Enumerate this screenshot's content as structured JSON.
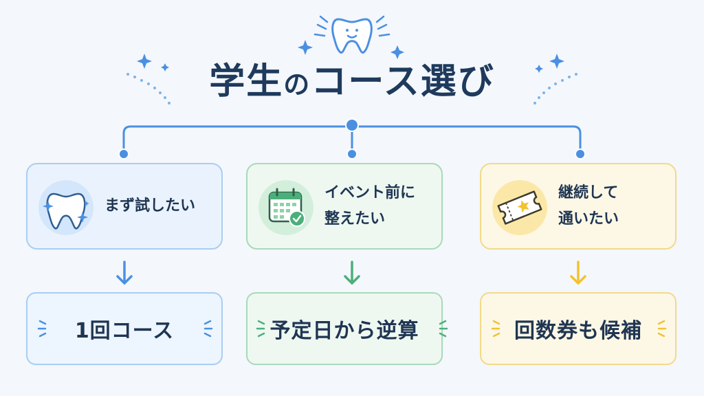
{
  "title_parts": [
    "学生",
    "の",
    "コース選び"
  ],
  "colors": {
    "blue": "#4a90e2",
    "green": "#4caf7a",
    "yellow": "#f2c230",
    "navy": "#1e3a5c"
  },
  "branches": [
    {
      "icon": "tooth-icon",
      "lines": [
        "まず試したい"
      ],
      "result": "1回コース"
    },
    {
      "icon": "calendar-check-icon",
      "lines": [
        "イベント前に",
        "整えたい"
      ],
      "result": "予定日から逆算"
    },
    {
      "icon": "ticket-icon",
      "lines": [
        "継続して",
        "通いたい"
      ],
      "result": "回数券も候補"
    }
  ]
}
